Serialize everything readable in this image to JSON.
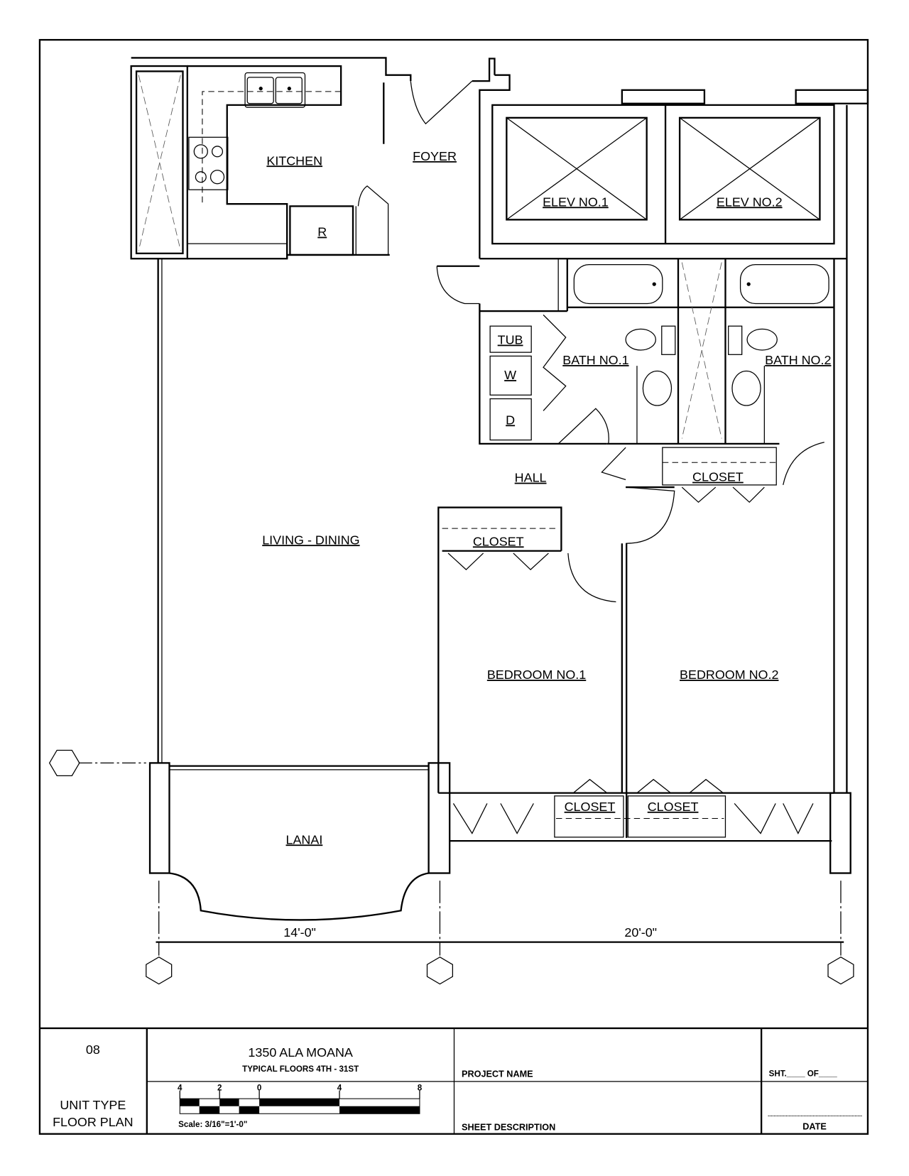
{
  "rooms": {
    "kitchen": "KITCHEN",
    "foyer": "FOYER",
    "refrigerator": "R",
    "elev1": "ELEV NO.1",
    "elev2": "ELEV NO.2",
    "tub": "TUB",
    "washer": "W",
    "dryer": "D",
    "bath1": "BATH NO.1",
    "bath2": "BATH NO.2",
    "hall": "HALL",
    "closet_hall": "CLOSET",
    "living": "LIVING - DINING",
    "closet_bed1": "CLOSET",
    "bedroom1": "BEDROOM NO.1",
    "bedroom2": "BEDROOM NO.2",
    "closet_b1": "CLOSET",
    "closet_b2": "CLOSET",
    "lanai": "LANAI"
  },
  "dimensions": {
    "left": "14'-0\"",
    "right": "20'-0\""
  },
  "title_block": {
    "unit_number": "08",
    "unit_type_line1": "UNIT TYPE",
    "unit_type_line2": "FLOOR PLAN",
    "project": "1350 ALA MOANA",
    "subtitle": "TYPICAL FLOORS 4TH - 31ST",
    "scale_ticks": [
      "4",
      "2",
      "0",
      "4",
      "8"
    ],
    "scale_label": "Scale:  3/16\"=1'-0\"",
    "project_name_label": "PROJECT NAME",
    "sheet_description_label": "SHEET DESCRIPTION",
    "sheet_label": "SHT.____ OF____",
    "date_label": "DATE"
  }
}
